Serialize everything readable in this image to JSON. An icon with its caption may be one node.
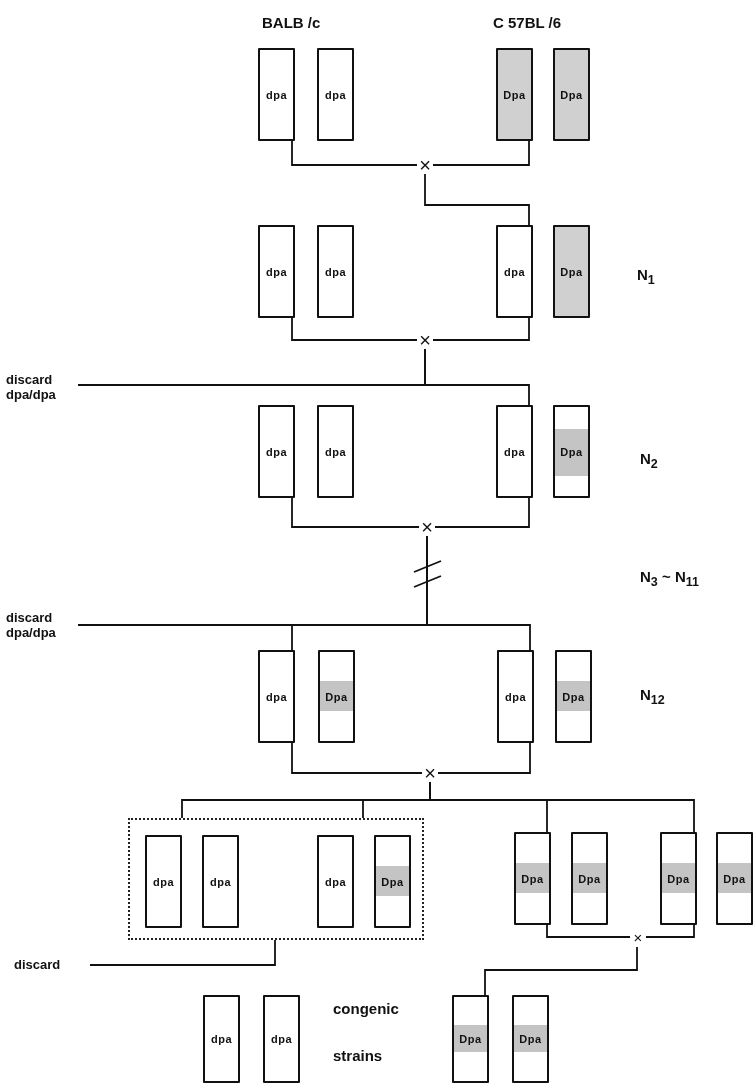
{
  "diagram": {
    "nodes": [
      {
        "text": [
          "dpa"
        ]
      },
      {
        "text": [
          "dpa"
        ]
      },
      {
        "text": [
          "Dpa"
        ]
      },
      {
        "text": [
          "Dpa"
        ]
      },
      {
        "text": [
          "×"
        ]
      },
      {
        "text": [
          "dpa"
        ]
      },
      {
        "text": [
          "dpa"
        ]
      },
      {
        "text": [
          "dpa"
        ]
      },
      {
        "text": [
          "Dpa"
        ]
      },
      {
        "text": [
          "×"
        ]
      },
      {
        "text": [
          "discard dpa/dpa"
        ]
      },
      {
        "text": [
          "dpa"
        ]
      },
      {
        "text": [
          "dpa"
        ]
      },
      {
        "text": [
          "dpa"
        ]
      },
      {
        "text": [
          "Dpa"
        ]
      },
      {
        "text": [
          "×"
        ]
      },
      {
        "text": [
          "discard dpa/dpa"
        ]
      },
      {
        "text": [
          "dpa"
        ]
      },
      {
        "text": [
          "Dpa"
        ]
      },
      {
        "text": [
          "dpa"
        ]
      },
      {
        "text": [
          "Dpa"
        ]
      },
      {
        "text": [
          "×"
        ]
      },
      {
        "text": [],
        "shape": "box"
      },
      {
        "text": [
          "dpa"
        ],
        "in": 22
      },
      {
        "text": [
          "dpa"
        ],
        "in": 22
      },
      {
        "text": [
          "dpa"
        ],
        "in": 22
      },
      {
        "text": [
          "Dpa"
        ],
        "in": 22
      },
      {
        "text": [
          "Dpa"
        ]
      },
      {
        "text": [
          "Dpa"
        ]
      },
      {
        "text": [
          "Dpa"
        ]
      },
      {
        "text": [
          "Dpa"
        ]
      },
      {
        "text": [
          "×"
        ]
      },
      {
        "text": [
          "discard"
        ]
      },
      {
        "text": [
          "dpa"
        ]
      },
      {
        "text": [
          "dpa"
        ]
      },
      {
        "text": [
          "Dpa"
        ]
      },
      {
        "text": [
          "Dpa"
        ]
      }
    ],
    "edges": [
      {
        "from": 0,
        "to": 4,
        "arrow": "none"
      },
      {
        "from": 2,
        "to": 4,
        "arrow": "none"
      },
      {
        "from": 4,
        "to": 7,
        "arrow": "none"
      },
      {
        "from": 5,
        "to": 9,
        "arrow": "none"
      },
      {
        "from": 7,
        "to": 9,
        "arrow": "none"
      },
      {
        "from": 9,
        "to": 10,
        "arrow": "none"
      },
      {
        "from": 9,
        "to": 13,
        "arrow": "none"
      },
      {
        "from": 11,
        "to": 15,
        "arrow": "none"
      },
      {
        "from": 13,
        "to": 15,
        "arrow": "none"
      },
      {
        "from": 15,
        "to": 16,
        "arrow": "none"
      },
      {
        "from": 15,
        "to": 17,
        "arrow": "none"
      },
      {
        "from": 15,
        "to": 19,
        "arrow": "none"
      },
      {
        "from": 17,
        "to": 21,
        "arrow": "none"
      },
      {
        "from": 19,
        "to": 21,
        "arrow": "none"
      },
      {
        "from": 21,
        "to": 22,
        "arrow": "none"
      },
      {
        "from": 21,
        "to": 22,
        "arrow": "none"
      },
      {
        "from": 21,
        "to": 27,
        "arrow": "none"
      },
      {
        "from": 21,
        "to": 29,
        "arrow": "none"
      },
      {
        "from": 22,
        "to": 32,
        "arrow": "none"
      },
      {
        "from": 27,
        "to": 31,
        "arrow": "none"
      },
      {
        "from": 29,
        "to": 31,
        "arrow": "none"
      },
      {
        "from": 31,
        "to": 35,
        "arrow": "none"
      }
    ],
    "labels": [
      "BALB /c",
      "C 57BL /6",
      "N$_{1}$",
      "N$_{2}$",
      "N$_{3}$ ~ N$_{11}$",
      "N$_{12}$",
      "congenic",
      "strains"
    ]
  }
}
